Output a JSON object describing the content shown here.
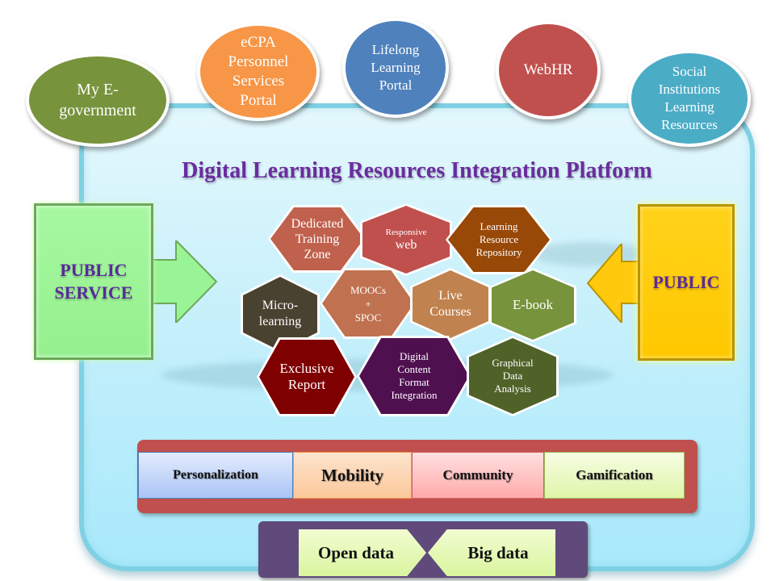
{
  "title": "Digital Learning Resources Integration Platform",
  "portals": [
    {
      "label": "My E-\ngovernment",
      "color": "#77933c"
    },
    {
      "label": "eCPA\nPersonnel\nServices\nPortal",
      "color": "#f79646"
    },
    {
      "label": "Lifelong\nLearning\nPortal",
      "color": "#4f81bd"
    },
    {
      "label": "WebHR",
      "color": "#c0504d"
    },
    {
      "label": "Social\nInstitutions\nLearning\nResources",
      "color": "#4bacc6"
    }
  ],
  "left_block": {
    "label": "PUBLIC\nSERVICE",
    "color": "#99f495"
  },
  "right_block": {
    "label": "PUBLIC",
    "color": "#ffc90e"
  },
  "hexagons": {
    "row1": [
      {
        "label": "Dedicated\nTraining\nZone",
        "color": "#c0614d"
      },
      {
        "label_small": "Responsive",
        "label": "web",
        "color": "#c0504d"
      },
      {
        "label": "Learning\nResource\nRepository",
        "color": "#984807"
      }
    ],
    "row2": [
      {
        "label": "Micro-\nlearning",
        "color": "#4a4230"
      },
      {
        "label": "MOOCs\n+\nSPOC",
        "color": "#c0714f"
      },
      {
        "label": "Live\nCourses",
        "color": "#c0824f"
      },
      {
        "label": "E-book",
        "color": "#77933c"
      }
    ],
    "row3": [
      {
        "label": "Exclusive\nReport",
        "color": "#7f0000"
      },
      {
        "label": "Digital\nContent\nFormat\nIntegration",
        "color": "#4f1050"
      },
      {
        "label": "Graphical\nData\nAnalysis",
        "color": "#4f6228"
      }
    ]
  },
  "features": [
    {
      "label": "Personalization",
      "color": "#a9c4f5"
    },
    {
      "label": "Mobility",
      "color": "#fbc89a"
    },
    {
      "label": "Community",
      "color": "#ffaaaa"
    },
    {
      "label": "Gamification",
      "color": "#dff5a8"
    }
  ],
  "data_sources": {
    "open": "Open data",
    "big": "Big data",
    "frame_color": "#604a7b"
  }
}
